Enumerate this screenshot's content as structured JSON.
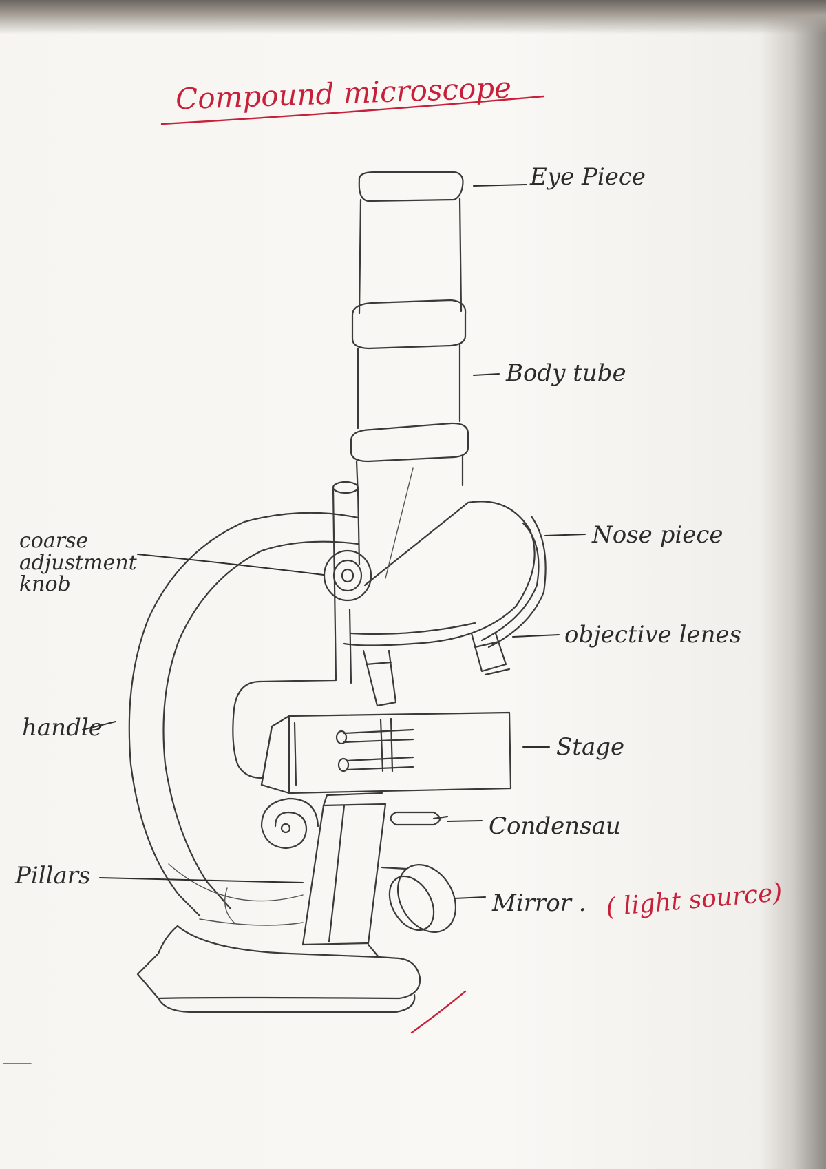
{
  "title": "Compound microscope",
  "labels": {
    "eye_piece": "Eye Piece",
    "body_tube": "Body tube",
    "nose_piece": "Nose piece",
    "objective_lenses": "objective lenes",
    "stage": "Stage",
    "condenser": "Condensau",
    "mirror": "Mirror .",
    "light_source": "( light source)",
    "coarse_adjustment_knob": "coarse\nadjustment\nknob",
    "handle": "handle",
    "pillars": "Pillars"
  },
  "colors": {
    "ink": "#3a3a3a",
    "red_ink": "#c8203a",
    "paper": "#f9f8f5"
  }
}
